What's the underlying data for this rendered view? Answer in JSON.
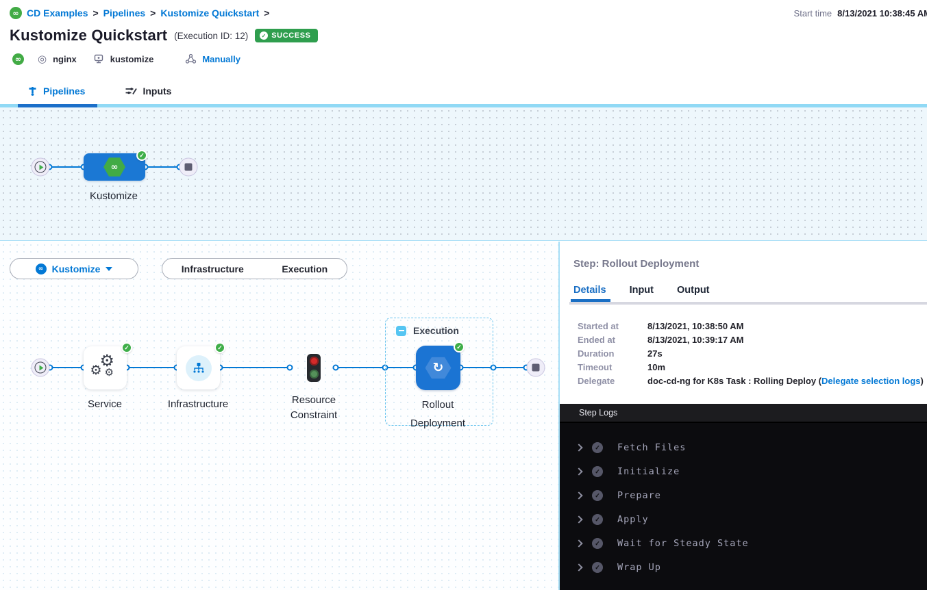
{
  "breadcrumb": {
    "separator": ">",
    "items": [
      "CD Examples",
      "Pipelines",
      "Kustomize Quickstart"
    ]
  },
  "header": {
    "title": "Kustomize Quickstart",
    "execution_id": "(Execution ID: 12)",
    "status": "SUCCESS",
    "start_time_label": "Start time",
    "start_time_value": "8/13/2021 10:38:45 AM",
    "service_name": "nginx",
    "environment_name": "kustomize",
    "trigger_type": "Manually"
  },
  "tabs": {
    "pipelines": "Pipelines",
    "inputs": "Inputs"
  },
  "top_graph": {
    "stage_label": "Kustomize"
  },
  "stage_controls": {
    "stage_selector_label": "Kustomize",
    "toggle_infrastructure": "Infrastructure",
    "toggle_execution": "Execution"
  },
  "execution_graph": {
    "group_label": "Execution",
    "steps": {
      "service": "Service",
      "infrastructure": "Infrastructure",
      "resource_constraint": "Resource Constraint",
      "rollout_deployment_line1": "Rollout",
      "rollout_deployment_line2": "Deployment"
    }
  },
  "step_panel": {
    "title": "Step: Rollout Deployment",
    "tabs": [
      "Details",
      "Input",
      "Output"
    ],
    "details": [
      {
        "label": "Started at",
        "value": "8/13/2021, 10:38:50 AM"
      },
      {
        "label": "Ended at",
        "value": "8/13/2021, 10:39:17 AM"
      },
      {
        "label": "Duration",
        "value": "27s"
      },
      {
        "label": "Timeout",
        "value": "10m"
      },
      {
        "label": "Delegate",
        "value_prefix": "doc-cd-ng for K8s Task : Rolling Deploy (",
        "link_text": "Delegate selection logs",
        "value_suffix": ")"
      }
    ]
  },
  "step_logs": {
    "title": "Step Logs",
    "sections": [
      "Fetch Files",
      "Initialize",
      "Prepare",
      "Apply",
      "Wait for Steady State",
      "Wrap Up"
    ]
  },
  "icons": {
    "cd_logo": "∞",
    "refresh_glyph": "↻",
    "target_glyph": "◎",
    "gear_glyph": "⚙"
  },
  "colors": {
    "primary_blue": "#0278d5",
    "node_blue": "#1b74d3",
    "success_green": "#2f9e4e",
    "check_green": "#3fae49",
    "logs_bg": "#0c0c0f"
  }
}
